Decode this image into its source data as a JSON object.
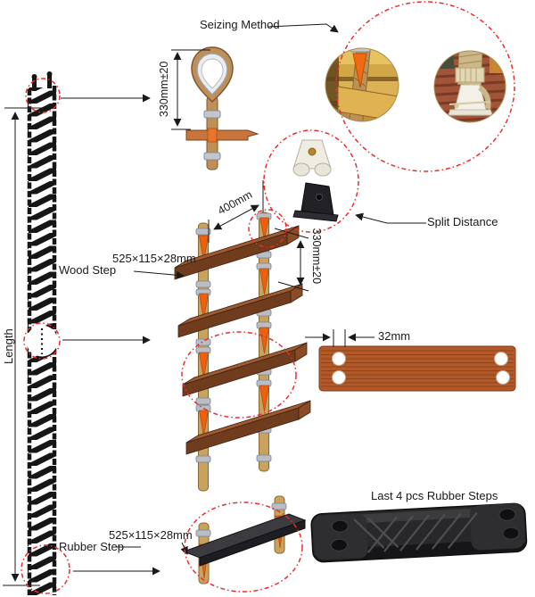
{
  "left_ladder": {
    "length_label": "Length"
  },
  "seizing": {
    "label": "Seizing Method",
    "dimension": "330mm±20"
  },
  "split": {
    "label": "Split Distance"
  },
  "wood_ladder": {
    "width_dim": "400mm",
    "spacing_dim": "330mm±20",
    "step_label": "Wood Step",
    "step_size": "525×115×28mm"
  },
  "step_top_view": {
    "hole_spacing": "32mm"
  },
  "rubber": {
    "step_label": "Rubber Step",
    "step_size": "525×115×28mm",
    "note": "Last 4 pcs Rubber Steps"
  },
  "colors": {
    "accent_red": "#ee2a2a",
    "wood_brown": "#9c5a32",
    "wedge_orange": "#f06210",
    "rope_tan": "#c9a25e",
    "rubber_black": "#232323",
    "line": "#1a1a1a"
  }
}
